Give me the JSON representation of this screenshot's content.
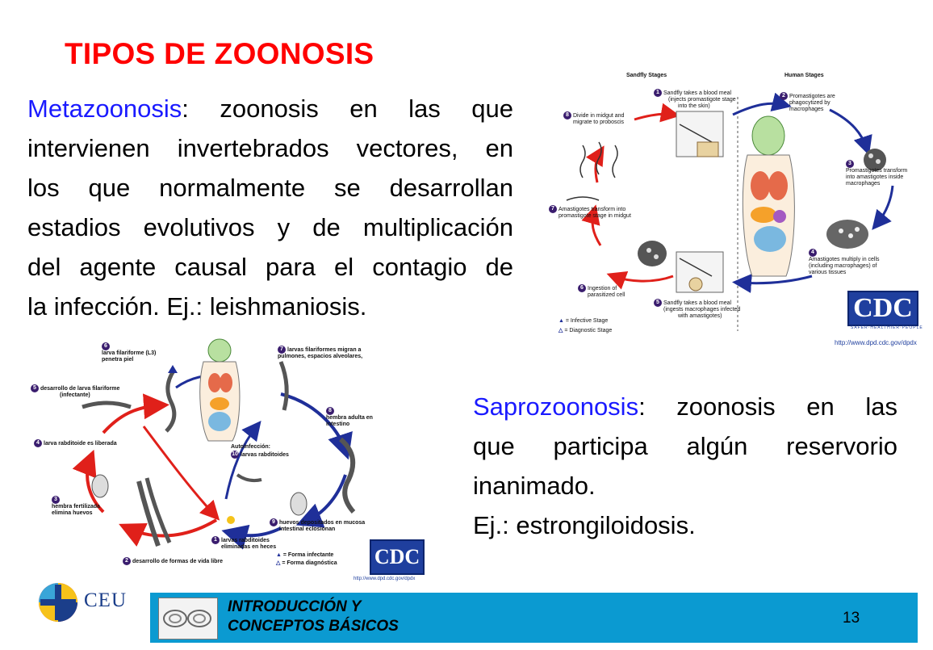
{
  "slide": {
    "title": "TIPOS DE ZOONOSIS",
    "page_number": "13"
  },
  "metazoonosis": {
    "term": "Metazoonosis",
    "lines": [
      ": zoonosis en las que",
      "intervienen invertebrados vectores, en",
      "los que normalmente se desarrollan",
      "estadios evolutivos y de multiplicación",
      "del agente causal para el contagio de",
      "la infección. Ej.: leishmaniosis."
    ]
  },
  "saprozoonosis": {
    "term": "Saprozoonosis",
    "lines": [
      ": zoonosis en las",
      "que participa algún reservorio",
      "inanimado.",
      "Ej.: estrongiloidosis."
    ]
  },
  "leishmania_diagram": {
    "header_left": "Sandfly Stages",
    "header_right": "Human Stages",
    "steps": [
      {
        "n": "1",
        "text": "Sandfly takes a blood meal",
        "sub": "(injects promastigote stage",
        "sub2": "into the skin)"
      },
      {
        "n": "2",
        "text": "Promastigotes are",
        "sub": "phagocytized by",
        "sub2": "macrophages"
      },
      {
        "n": "3",
        "text": "Promastigotes transform",
        "sub": "into amastigotes inside",
        "sub2": "macrophages"
      },
      {
        "n": "4",
        "text": "Amastigotes multiply in cells",
        "sub": "(including macrophages) of",
        "sub2": "various tissues"
      },
      {
        "n": "5",
        "text": "Sandfly takes a blood meal",
        "sub": "(ingests macrophages infected",
        "sub2": "with amastigotes)"
      },
      {
        "n": "6",
        "text": "Ingestion of",
        "sub": "parasitized cell",
        "sub2": ""
      },
      {
        "n": "7",
        "text": "Amastigotes transform into",
        "sub": "promastigote stage in midgut",
        "sub2": ""
      },
      {
        "n": "8",
        "text": "Divide in midgut and",
        "sub": "migrate to proboscis",
        "sub2": ""
      }
    ],
    "legend": {
      "infective": "= Infective Stage",
      "diagnostic": "= Diagnostic Stage"
    },
    "cdc": "CDC",
    "cdc_sub": "SAFER·HEALTHIER·PEOPLE",
    "url": "http://www.dpd.cdc.gov/dpdx"
  },
  "strongyloides_diagram": {
    "labels": [
      {
        "n": "6",
        "text": "larva filariforme (L3)",
        "sub": "penetra piel"
      },
      {
        "n": "7",
        "text": "larvas filariformes migran a",
        "sub": "pulmones, espacios alveolares,"
      },
      {
        "n": "5",
        "text": "desarrollo de larva filariforme",
        "sub": "(infectante)"
      },
      {
        "n": "8",
        "text": "hembra adulta en",
        "sub": "intestino"
      },
      {
        "n": "4",
        "text": "larva rabditoide es liberada",
        "sub": ""
      },
      {
        "n": "10",
        "text": "Autoinfección:",
        "sub": "larvas rabditoides"
      },
      {
        "n": "3",
        "text": "hembra fertilizada",
        "sub": "elimina huevos"
      },
      {
        "n": "9",
        "text": "huevos depositados en mucosa",
        "sub": "intestinal eclosionan"
      },
      {
        "n": "1",
        "text": "larvas rabditoides",
        "sub": "eliminadas en heces"
      },
      {
        "n": "2",
        "text": "desarrollo de formas de vida libre",
        "sub": ""
      }
    ],
    "legend": {
      "infective": "= Forma infectante",
      "diagnostic": "= Forma diagnóstica"
    },
    "cdc": "CDC",
    "url": "http://www.dpd.cdc.gov/dpdx"
  },
  "footer": {
    "logo": "CEU",
    "line1": "INTRODUCCIÓN Y",
    "line2": "CONCEPTOS BÁSICOS",
    "bar_color": "#0b9ad1"
  },
  "colors": {
    "title": "#ff0000",
    "term": "#1a1aff",
    "cycle_red": "#e0201a",
    "cycle_blue": "#1f2f99"
  }
}
